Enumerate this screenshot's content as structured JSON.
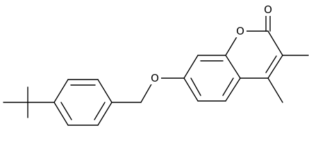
{
  "molecule": {
    "atoms": {
      "carbonyl_oxygen": {
        "symbol": "O"
      },
      "ring_oxygen": {
        "symbol": "O"
      },
      "ether_oxygen": {
        "symbol": "O"
      }
    },
    "colors": {
      "bond": "#000000",
      "label": "#000000",
      "background": "#ffffff"
    }
  }
}
